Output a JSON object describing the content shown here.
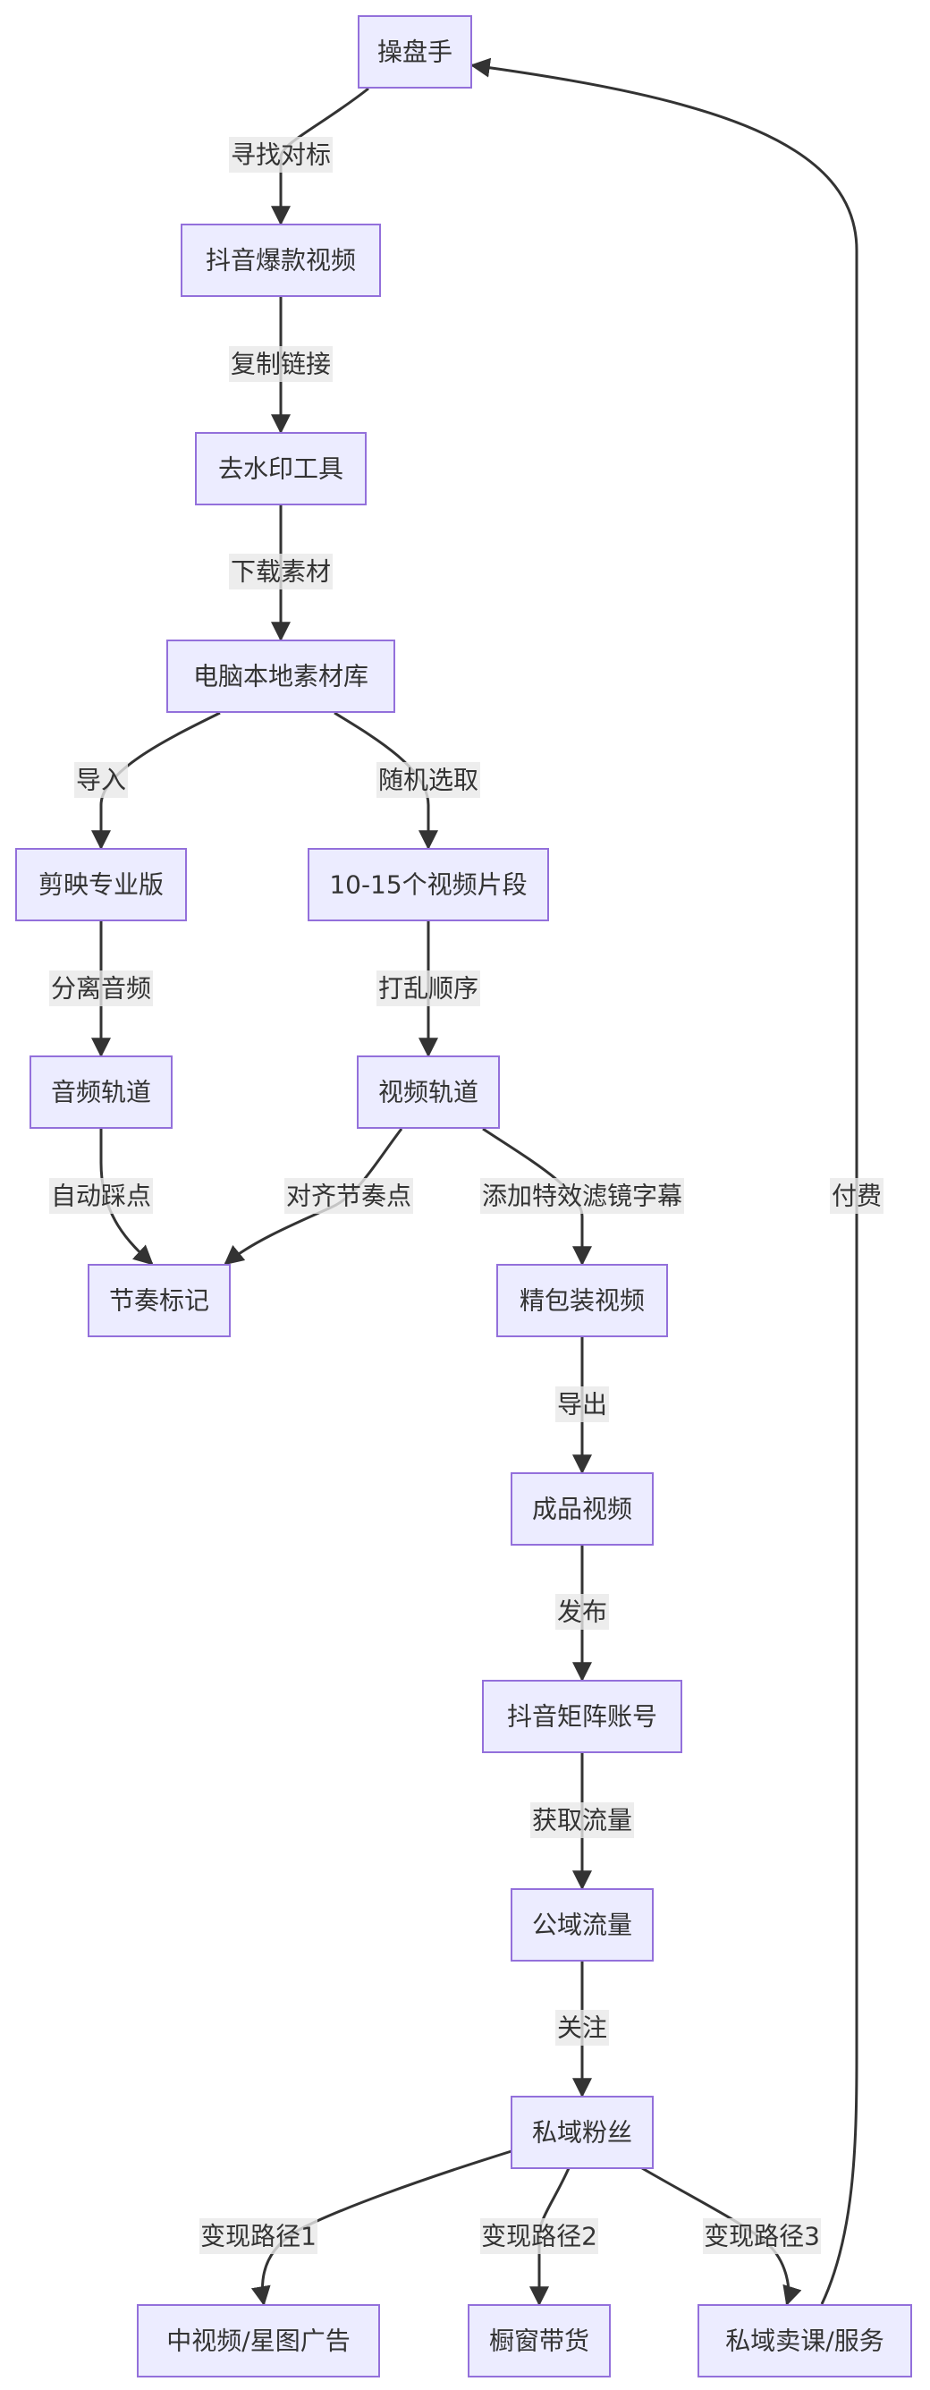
{
  "diagram": {
    "nodes": [
      {
        "id": "caopanshou",
        "label": "操盘手"
      },
      {
        "id": "baokuan",
        "label": "抖音爆款视频"
      },
      {
        "id": "qushuiyin",
        "label": "去水印工具"
      },
      {
        "id": "sucaiku",
        "label": "电脑本地素材库"
      },
      {
        "id": "jianying",
        "label": "剪映专业版"
      },
      {
        "id": "pianduan",
        "label": "10-15个视频片段"
      },
      {
        "id": "yinpin",
        "label": "音频轨道"
      },
      {
        "id": "shipin",
        "label": "视频轨道"
      },
      {
        "id": "jiezou",
        "label": "节奏标记"
      },
      {
        "id": "jingbaozhuang",
        "label": "精包装视频"
      },
      {
        "id": "chengpin",
        "label": "成品视频"
      },
      {
        "id": "juzhen",
        "label": "抖音矩阵账号"
      },
      {
        "id": "gongyu",
        "label": "公域流量"
      },
      {
        "id": "siyu",
        "label": "私域粉丝"
      },
      {
        "id": "zhongshipin",
        "label": "中视频/星图广告"
      },
      {
        "id": "chuchuang",
        "label": "橱窗带货"
      },
      {
        "id": "maike",
        "label": "私域卖课/服务"
      }
    ],
    "edges": [
      {
        "from": "caopanshou",
        "to": "baokuan",
        "label": "寻找对标"
      },
      {
        "from": "baokuan",
        "to": "qushuiyin",
        "label": "复制链接"
      },
      {
        "from": "qushuiyin",
        "to": "sucaiku",
        "label": "下载素材"
      },
      {
        "from": "sucaiku",
        "to": "jianying",
        "label": "导入"
      },
      {
        "from": "sucaiku",
        "to": "pianduan",
        "label": "随机选取"
      },
      {
        "from": "jianying",
        "to": "yinpin",
        "label": "分离音频"
      },
      {
        "from": "pianduan",
        "to": "shipin",
        "label": "打乱顺序"
      },
      {
        "from": "yinpin",
        "to": "jiezou",
        "label": "自动踩点"
      },
      {
        "from": "shipin",
        "to": "jiezou",
        "label": "对齐节奏点"
      },
      {
        "from": "shipin",
        "to": "jingbaozhuang",
        "label": "添加特效滤镜字幕"
      },
      {
        "from": "jingbaozhuang",
        "to": "chengpin",
        "label": "导出"
      },
      {
        "from": "chengpin",
        "to": "juzhen",
        "label": "发布"
      },
      {
        "from": "juzhen",
        "to": "gongyu",
        "label": "获取流量"
      },
      {
        "from": "gongyu",
        "to": "siyu",
        "label": "关注"
      },
      {
        "from": "siyu",
        "to": "zhongshipin",
        "label": "变现路径1"
      },
      {
        "from": "siyu",
        "to": "chuchuang",
        "label": "变现路径2"
      },
      {
        "from": "siyu",
        "to": "maike",
        "label": "变现路径3"
      },
      {
        "from": "maike",
        "to": "caopanshou",
        "label": "付费"
      }
    ]
  }
}
